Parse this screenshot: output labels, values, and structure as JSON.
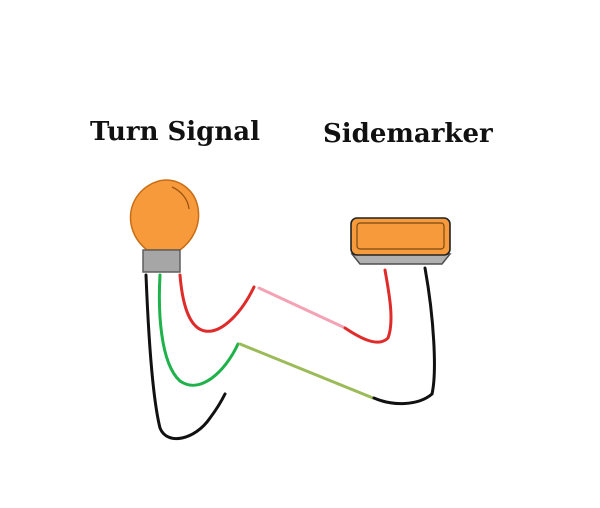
{
  "labels": {
    "turn_signal": "Turn Signal",
    "sidemarker": "Sidemarker"
  },
  "components": [
    {
      "id": "turn-signal-bulb",
      "name": "Turn Signal",
      "color": "#f79a3b",
      "base_color": "#a6a6a6"
    },
    {
      "id": "sidemarker-lamp",
      "name": "Sidemarker",
      "color": "#f79a3b",
      "base_color": "#b0b0b0"
    }
  ],
  "wires": [
    {
      "id": "red-wire-bulb",
      "color": "#e02b2b"
    },
    {
      "id": "pink-wire-link",
      "color": "#f4a3b4"
    },
    {
      "id": "red-wire-marker",
      "color": "#e02b2b"
    },
    {
      "id": "green-wire-bulb",
      "color": "#1fb24a"
    },
    {
      "id": "olive-wire-link",
      "color": "#9bbb59"
    },
    {
      "id": "black-wire-bulb",
      "color": "#111111"
    },
    {
      "id": "black-wire-marker",
      "color": "#111111"
    }
  ]
}
